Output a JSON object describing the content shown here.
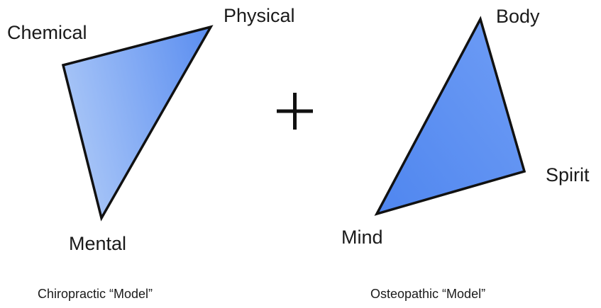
{
  "colors": {
    "triangle_left_light": "#a6c4f7",
    "triangle_left_dark": "#5a8df0",
    "triangle_right_light": "#6f9df5",
    "triangle_right_dark": "#4f86ef",
    "outline": "#111111",
    "text": "#1a1a1a"
  },
  "chiropractic": {
    "vertices": {
      "chemical": "Chemical",
      "physical": "Physical",
      "mental": "Mental"
    },
    "caption": "Chiropractic “Model”"
  },
  "operator": {
    "symbol": "plus-sign"
  },
  "osteopathic": {
    "vertices": {
      "body": "Body",
      "spirit": "Spirit",
      "mind": "Mind"
    },
    "caption": "Osteopathic “Model”"
  }
}
